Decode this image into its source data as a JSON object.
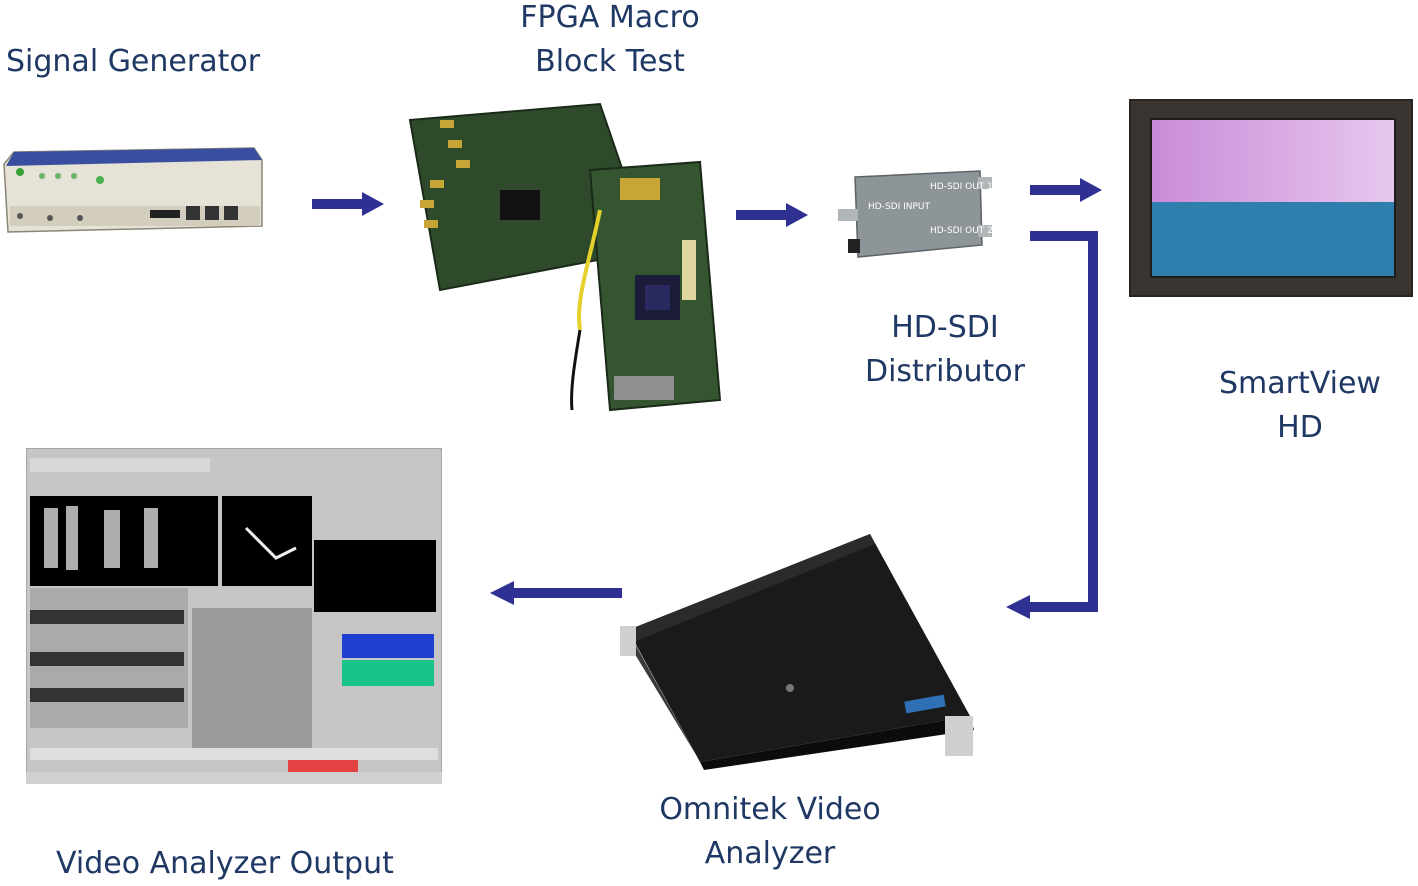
{
  "labels": {
    "signal_generator": "Signal Generator",
    "fpga_line1": "FPGA Macro",
    "fpga_line2": "Block Test",
    "hdsdi_line1": "HD-SDI",
    "hdsdi_line2": "Distributor",
    "smartview_line1": "SmartView",
    "smartview_line2": "HD",
    "omnitek_line1": "Omnitek Video",
    "omnitek_line2": "Analyzer",
    "analyzer_output": "Video Analyzer Output"
  },
  "device_text": {
    "distributor_input": "HD-SDI INPUT",
    "distributor_out1": "HD-SDI OUT 1",
    "distributor_out2": "HD-SDI OUT 2"
  },
  "colors": {
    "arrow": "#2e3192",
    "label_text": "#1f3864"
  }
}
